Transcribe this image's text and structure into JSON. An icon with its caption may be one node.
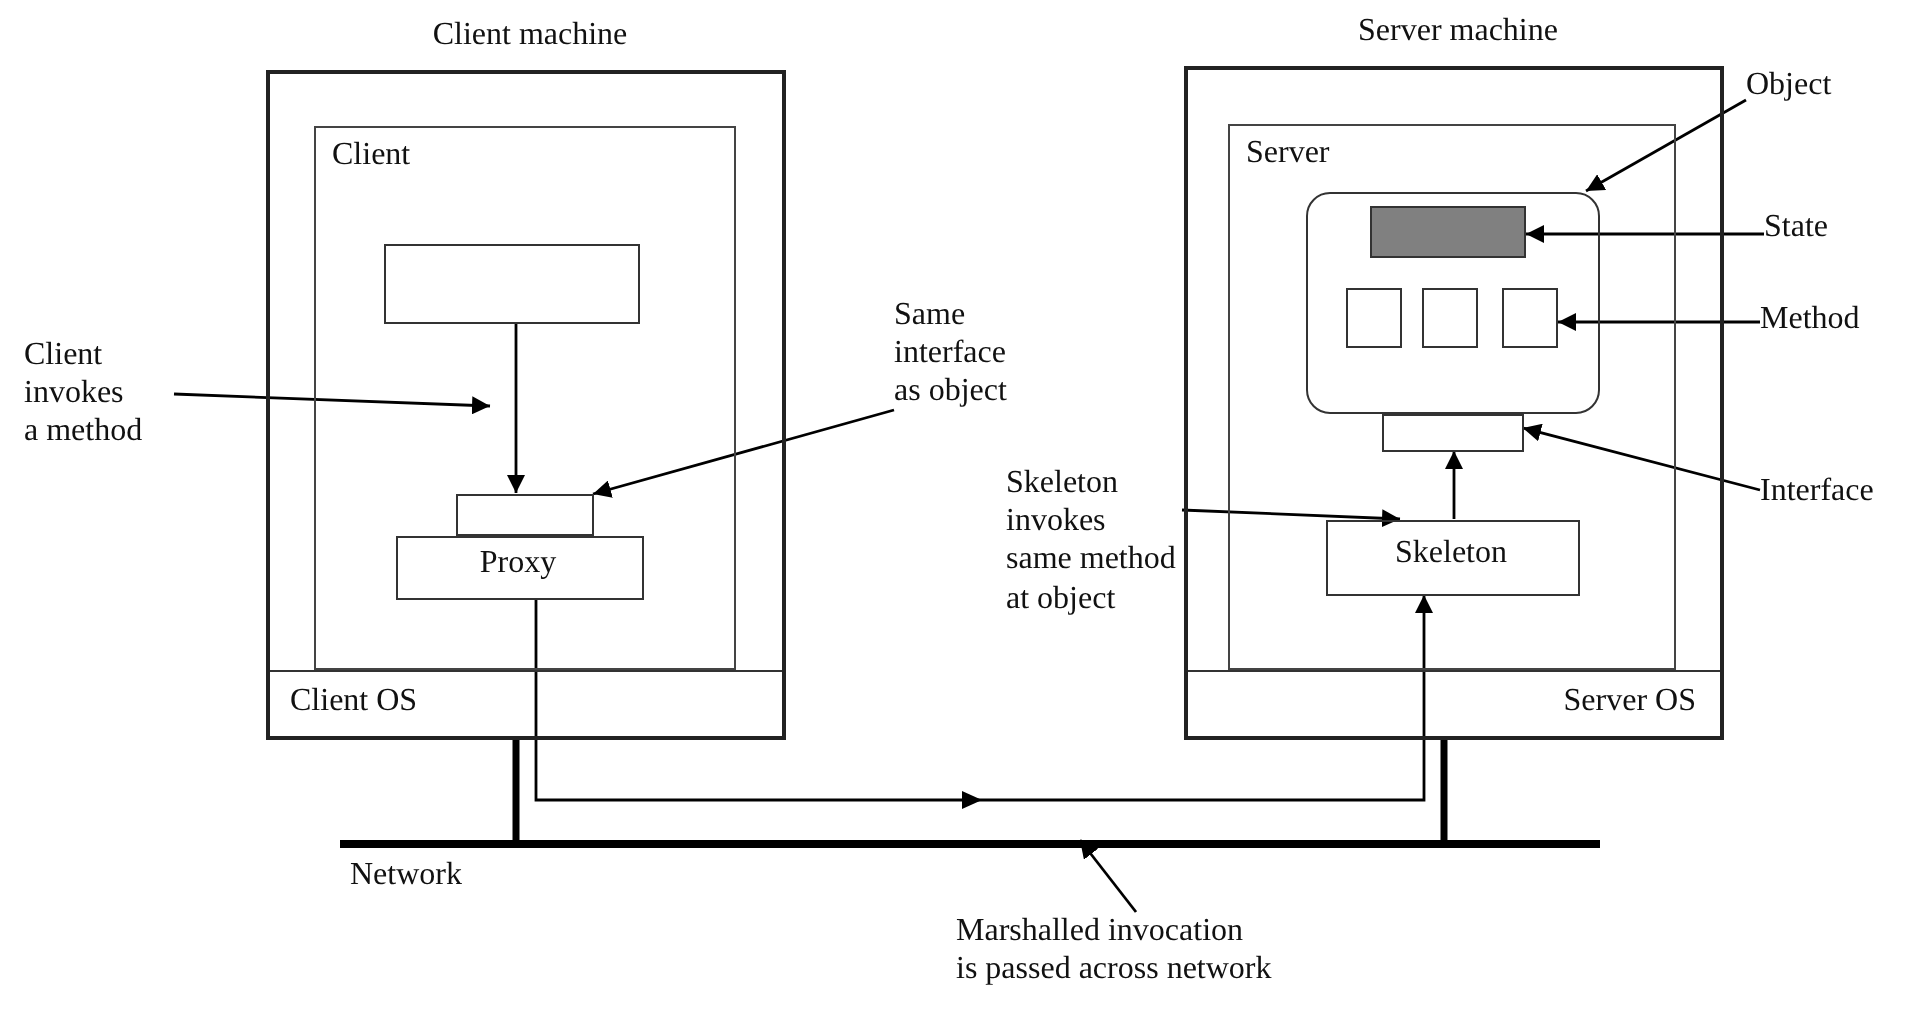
{
  "diagram": {
    "nodes": [
      {
        "text": [
          "Client machine"
        ]
      },
      {
        "text": [
          "Client"
        ],
        "in": 0
      },
      {
        "text": [],
        "shape": "box",
        "in": 1
      },
      {
        "text": [],
        "shape": "box",
        "in": 1
      },
      {
        "text": [
          "Proxy"
        ],
        "in": 1
      },
      {
        "text": [
          "Client OS"
        ],
        "in": 0
      },
      {
        "text": [
          "Server machine"
        ]
      },
      {
        "text": [
          "Server"
        ],
        "in": 6
      },
      {
        "text": [],
        "shape": "box",
        "in": 7
      },
      {
        "text": [],
        "shape": "box",
        "in": 8
      },
      {
        "text": [],
        "shape": "box",
        "in": 8
      },
      {
        "text": [],
        "shape": "box",
        "in": 8
      },
      {
        "text": [],
        "shape": "box",
        "in": 8
      },
      {
        "text": [],
        "shape": "box",
        "in": 7
      },
      {
        "text": [
          "Skeleton"
        ],
        "in": 7
      },
      {
        "text": [
          "Server OS"
        ],
        "in": 6
      },
      {
        "text": [],
        "shape": "bar",
        "beside": [
          "Network"
        ]
      },
      {
        "text": [
          "Client invokes a method"
        ]
      },
      {
        "text": [
          "Same interface as object"
        ]
      },
      {
        "text": [
          "Skeleton invokes same method at object"
        ]
      },
      {
        "text": [
          "Object"
        ]
      },
      {
        "text": [
          "State"
        ]
      },
      {
        "text": [
          "Method"
        ]
      },
      {
        "text": [
          "Interface"
        ]
      },
      {
        "text": [
          "Marshalled invocation is passed across network"
        ]
      }
    ],
    "edges": [
      {
        "from": 2,
        "to": 3,
        "arrow": "to"
      },
      {
        "from": 17,
        "to": null,
        "arrow": "to"
      },
      {
        "from": 18,
        "to": 3,
        "arrow": "to"
      },
      {
        "from": 14,
        "to": 13,
        "arrow": "to"
      },
      {
        "from": 19,
        "to": 14,
        "arrow": "to"
      },
      {
        "from": 20,
        "to": 8,
        "arrow": "to"
      },
      {
        "from": 21,
        "to": 9,
        "arrow": "to"
      },
      {
        "from": 22,
        "to": 12,
        "arrow": "to"
      },
      {
        "from": 23,
        "to": 13,
        "arrow": "to"
      },
      {
        "from": 24,
        "to": 16,
        "arrow": "to"
      },
      {
        "from": 4,
        "to": 14,
        "arrow": "to"
      },
      {
        "from": 0,
        "to": 16,
        "arrow": "none",
        "style": "thick"
      },
      {
        "from": 6,
        "to": 16,
        "arrow": "none",
        "style": "thick"
      }
    ]
  }
}
